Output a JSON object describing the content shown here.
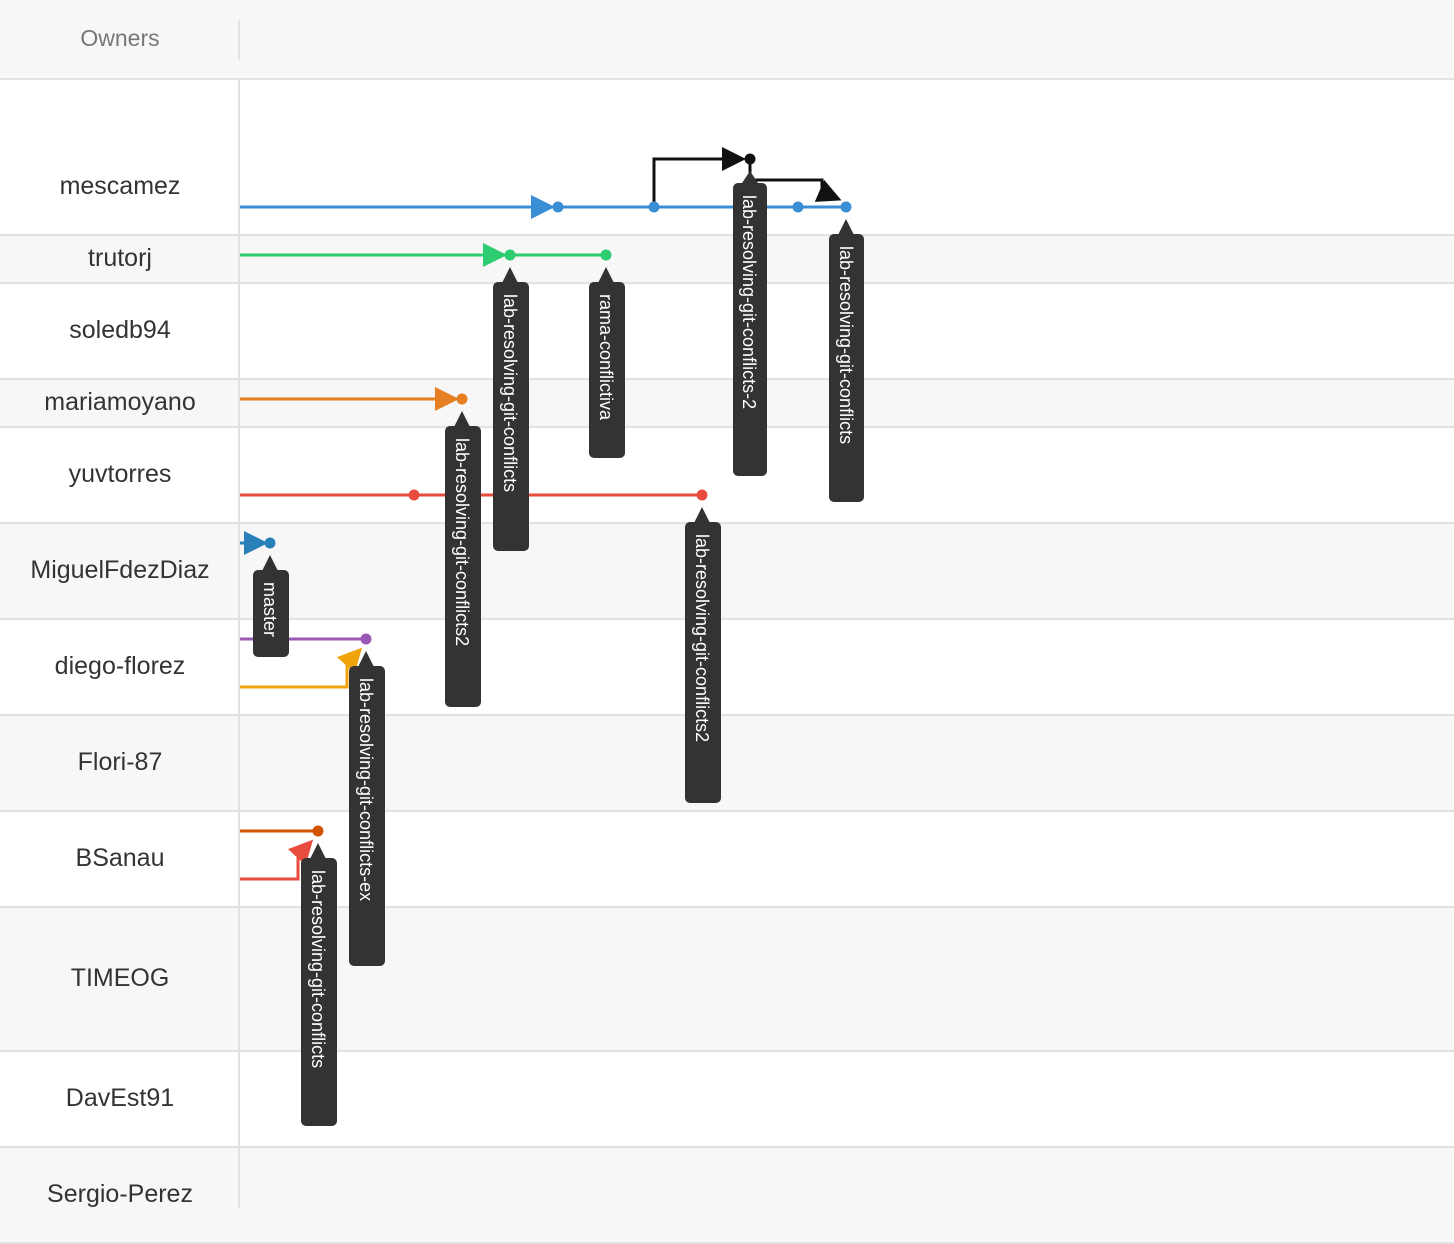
{
  "header": {
    "title": "Owners"
  },
  "owners": [
    {
      "name": "mescamez"
    },
    {
      "name": "trutorj"
    },
    {
      "name": "soledb94"
    },
    {
      "name": "mariamoyano"
    },
    {
      "name": "yuvtorres"
    },
    {
      "name": "MiguelFdezDiaz"
    },
    {
      "name": "diego-florez"
    },
    {
      "name": "Flori-87"
    },
    {
      "name": "BSanau"
    },
    {
      "name": "TIMEOG"
    },
    {
      "name": "DavEst91"
    },
    {
      "name": "Sergio-Perez"
    }
  ],
  "colors": {
    "blue": "#3a8ed6",
    "green": "#2ecc71",
    "orange": "#e67e22",
    "red": "#e74c3c",
    "purple": "#9b59b6",
    "yellow": "#f0a30a",
    "darkorange": "#d35400",
    "black": "#111111",
    "label_bg": "#333333",
    "label_text": "#ffffff"
  },
  "branch_labels": [
    {
      "text": "lab-resolving-git-conflicts-2"
    },
    {
      "text": "lab-resolving-git-conflicts"
    },
    {
      "text": "lab-resolving-git-conflicts"
    },
    {
      "text": "rama-conflictiva"
    },
    {
      "text": "lab-resolving-git-conflicts2"
    },
    {
      "text": "lab-resolving-git-conflicts2"
    },
    {
      "text": "master"
    },
    {
      "text": "lab-resolving-git-conflicts-ex"
    },
    {
      "text": "lab-resolving-git-conflicts"
    }
  ]
}
